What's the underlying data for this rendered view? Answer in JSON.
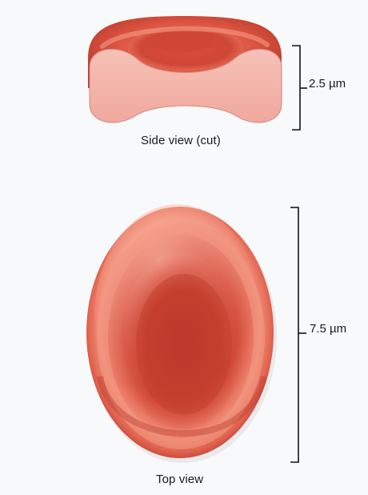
{
  "side_view": {
    "caption": "Side view (cut)",
    "dimension": "2.5 µm"
  },
  "top_view": {
    "caption": "Top view",
    "dimension": "7.5 µm"
  },
  "colors": {
    "cell_outer": "#c83c2f",
    "cell_mid": "#de5a46",
    "cell_highlight": "#f28e78",
    "cut_face": "#f4b6ad",
    "line": "#111111"
  }
}
